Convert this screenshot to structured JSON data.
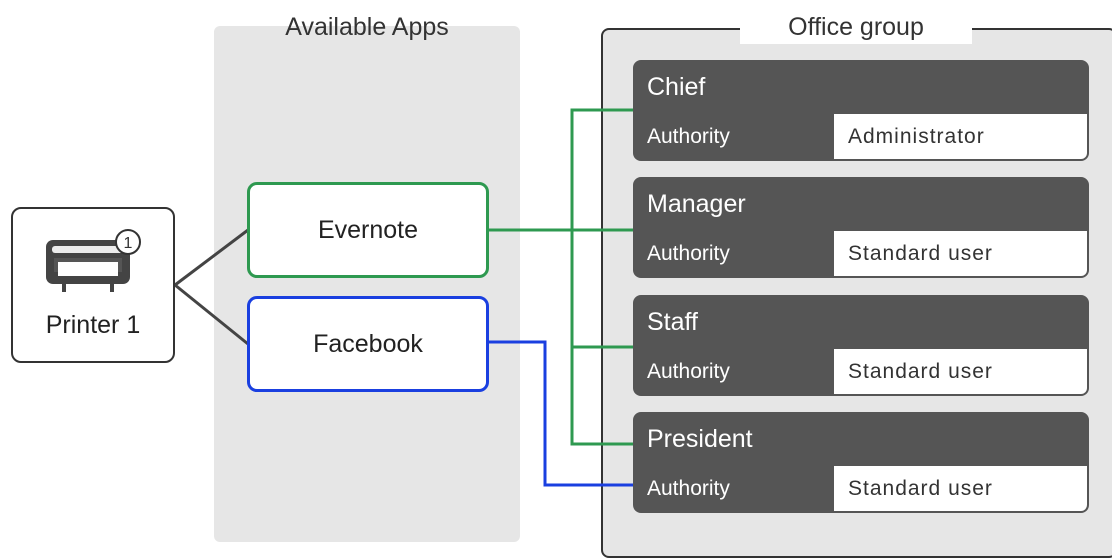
{
  "colors": {
    "evernote_accent": "#2e9950",
    "facebook_accent": "#1a3fe0",
    "card_header": "#555555",
    "panel_bg": "#e6e6e6",
    "connector_gray": "#444444"
  },
  "apps_panel": {
    "title": "Available Apps",
    "apps": [
      {
        "name": "Evernote",
        "color": "#2e9950"
      },
      {
        "name": "Facebook",
        "color": "#1a3fe0"
      }
    ]
  },
  "printer": {
    "label": "Printer 1",
    "badge": "1",
    "icon": "printer-icon"
  },
  "office_group": {
    "title": "Office group",
    "users": [
      {
        "name": "Chief",
        "authority_label": "Authority",
        "authority": "Administrator"
      },
      {
        "name": "Manager",
        "authority_label": "Authority",
        "authority": "Standard user"
      },
      {
        "name": "Staff",
        "authority_label": "Authority",
        "authority": "Standard user"
      },
      {
        "name": "President",
        "authority_label": "Authority",
        "authority": "Standard user"
      }
    ]
  },
  "connections": [
    {
      "from": "Printer 1",
      "to": "Evernote"
    },
    {
      "from": "Printer 1",
      "to": "Facebook"
    },
    {
      "from": "Evernote",
      "to": "Chief"
    },
    {
      "from": "Evernote",
      "to": "Manager"
    },
    {
      "from": "Evernote",
      "to": "Staff"
    },
    {
      "from": "Evernote",
      "to": "President"
    },
    {
      "from": "Facebook",
      "to": "President"
    }
  ]
}
